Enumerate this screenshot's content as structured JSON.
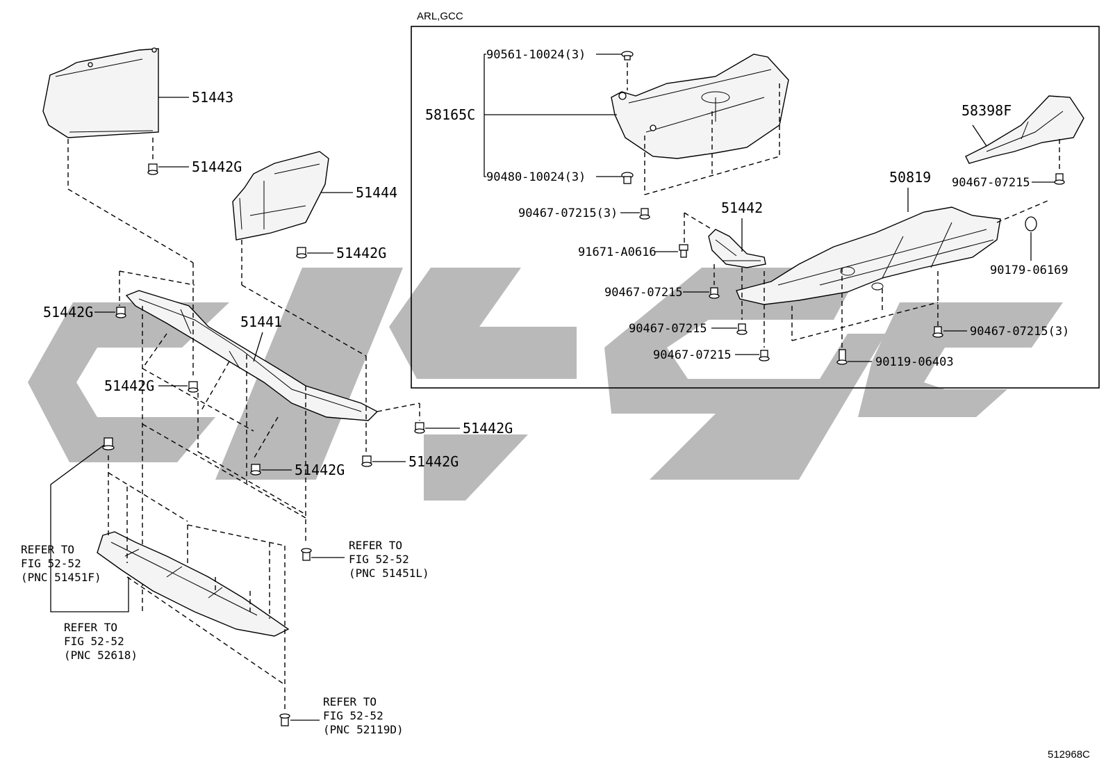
{
  "region_label": "ARL,GCC",
  "figure_id": "512968C",
  "parts": {
    "p51443": "51443",
    "p51444": "51444",
    "p51441": "51441",
    "p51442g_1": "51442G",
    "p51442g_2": "51442G",
    "p51442g_3": "51442G",
    "p51442g_4": "51442G",
    "p51442g_5": "51442G",
    "p51442g_6": "51442G",
    "p51442g_7": "51442G",
    "p58165c": "58165C",
    "p90561": "90561-10024(3)",
    "p90480": "90480-10024(3)",
    "p90467_3a": "90467-07215(3)",
    "p58398f": "58398F",
    "p90467_a": "90467-07215",
    "p50819": "50819",
    "p51442": "51442",
    "p91671": "91671-A0616",
    "p90467_b": "90467-07215",
    "p90179": "90179-06169",
    "p90467_c": "90467-07215",
    "p90467_3b": "90467-07215(3)",
    "p90467_d": "90467-07215",
    "p90119": "90119-06403"
  },
  "references": {
    "ref_51451f": [
      "REFER TO",
      "FIG 52-52",
      "(PNC 51451F)"
    ],
    "ref_52618": [
      "REFER TO",
      "FIG 52-52",
      "(PNC 52618)"
    ],
    "ref_51451l": [
      "REFER TO",
      "FIG 52-52",
      "(PNC 51451L)"
    ],
    "ref_52119d": [
      "REFER TO",
      "FIG 52-52",
      "(PNC 52119D)"
    ]
  },
  "watermark_color": "#b9b9b9"
}
